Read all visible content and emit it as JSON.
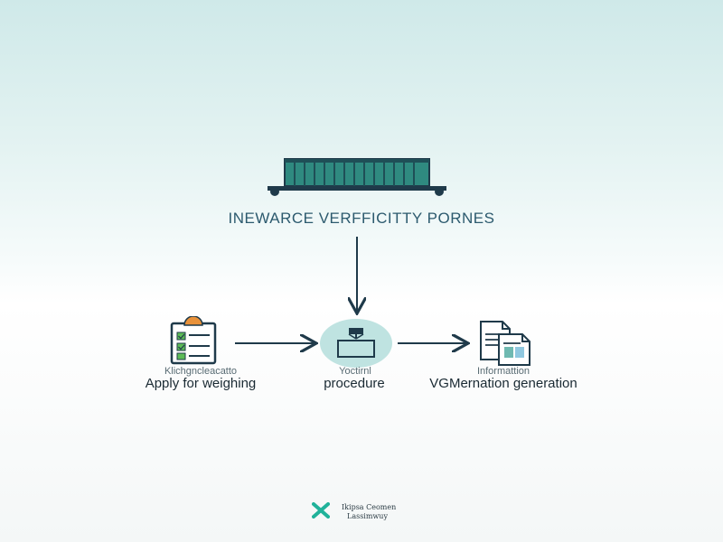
{
  "title": "INEWARCE VERFFICITTY PORNES",
  "steps": [
    {
      "sub": "Klichgncleacatto",
      "label": "Apply for weighing",
      "icon": "checklist-clipboard-icon"
    },
    {
      "sub": "Yoctirnl",
      "label": "procedure",
      "icon": "weighing-scale-icon"
    },
    {
      "sub": "Informattion",
      "label": "VGMernation generation",
      "icon": "documents-icon"
    }
  ],
  "footer": {
    "line1": "Ikipsa Ceomen",
    "line2": "Lassimwuy",
    "icon": "cross-logo-icon"
  },
  "colors": {
    "container": "#2f8a80",
    "container_dark": "#1f4f57",
    "arrow": "#1f3a4a",
    "scale_circle": "#bfe3e1",
    "accent_orange": "#e9923a",
    "accent_green": "#5dbb57",
    "logo_teal": "#20b29a"
  }
}
